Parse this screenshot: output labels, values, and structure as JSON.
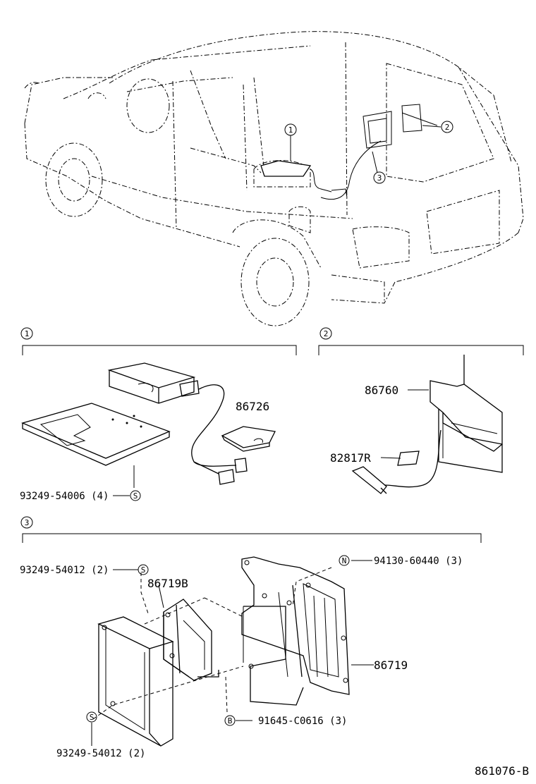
{
  "sections": [
    {
      "id": "1",
      "parts": [
        {
          "number": "86726"
        },
        {
          "number": "93249-54006 (4)",
          "symbol": "S"
        }
      ]
    },
    {
      "id": "2",
      "parts": [
        {
          "number": "86760"
        },
        {
          "number": "82817R"
        }
      ]
    },
    {
      "id": "3",
      "parts": [
        {
          "number": "93249-54012 (2)",
          "symbol": "S"
        },
        {
          "number": "86719B"
        },
        {
          "number": "94130-60440 (3)",
          "symbol": "N"
        },
        {
          "number": "86719"
        },
        {
          "number": "91645-C0616 (3)",
          "symbol": "B"
        },
        {
          "number": "93249-54012 (2)",
          "symbol": "S"
        }
      ]
    }
  ],
  "callouts": [
    "1",
    "2",
    "3"
  ],
  "diagram_code": "861076-B"
}
